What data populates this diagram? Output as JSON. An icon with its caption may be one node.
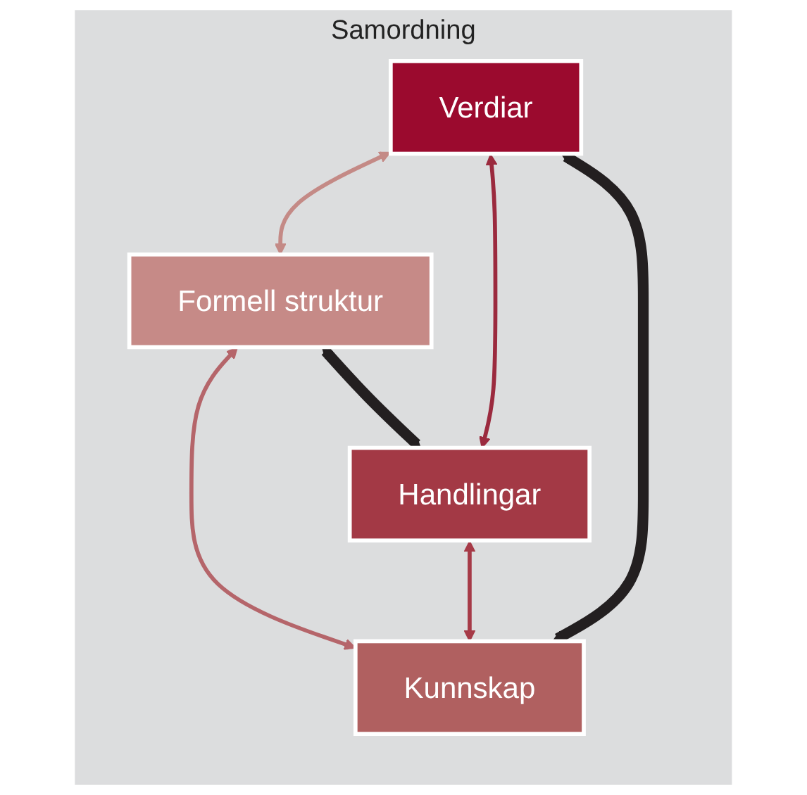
{
  "diagram": {
    "nodes": [
      {
        "text": [
          "Samordning"
        ]
      },
      {
        "text": [
          "Verdiar"
        ],
        "in": 0
      },
      {
        "text": [
          "Formell struktur"
        ],
        "in": 0
      },
      {
        "text": [
          "Handlingar"
        ],
        "in": 0
      },
      {
        "text": [
          "Kunnskap"
        ],
        "in": 0
      }
    ],
    "edges": [
      {
        "from": 1,
        "to": 2,
        "arrow": "both",
        "color": "#c48a86"
      },
      {
        "from": 1,
        "to": 3,
        "arrow": "both",
        "color": "#9b2a3e"
      },
      {
        "from": 2,
        "to": 4,
        "arrow": "both",
        "color": "#b5656a"
      },
      {
        "from": 3,
        "to": 4,
        "arrow": "both",
        "color": "#a63a47"
      },
      {
        "from": 2,
        "to": 3,
        "arrow": "both",
        "style": "thick",
        "color": "#231f20"
      },
      {
        "from": 1,
        "to": 4,
        "arrow": "both",
        "style": "thick",
        "color": "#231f20"
      }
    ]
  }
}
